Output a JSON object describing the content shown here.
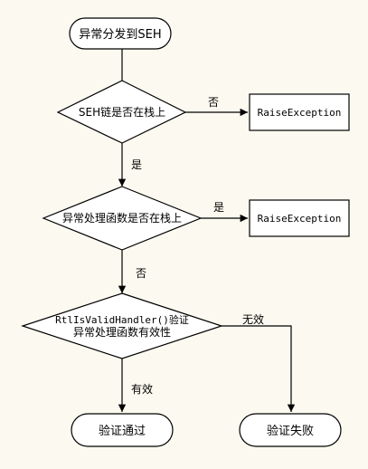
{
  "diagram": {
    "colors": {
      "background": "#fcfaf0",
      "stroke": "#000000",
      "fill": "#ffffff"
    },
    "nodes": {
      "start": {
        "label": "异常分发到SEH"
      },
      "d1": {
        "label": "SEH链是否在栈上"
      },
      "raise1": {
        "label": "RaiseException"
      },
      "d2": {
        "label": "异常处理函数是否在栈上"
      },
      "raise2": {
        "label": "RaiseException"
      },
      "d3": {
        "line1": "RtlIsValidHandler()验证",
        "line2": "异常处理函数有效性"
      },
      "pass": {
        "label": "验证通过"
      },
      "fail": {
        "label": "验证失败"
      }
    },
    "edges": {
      "d1_no": "否",
      "d1_yes": "是",
      "d2_yes": "是",
      "d2_no": "否",
      "d3_invalid": "无效",
      "d3_valid": "有效"
    }
  }
}
